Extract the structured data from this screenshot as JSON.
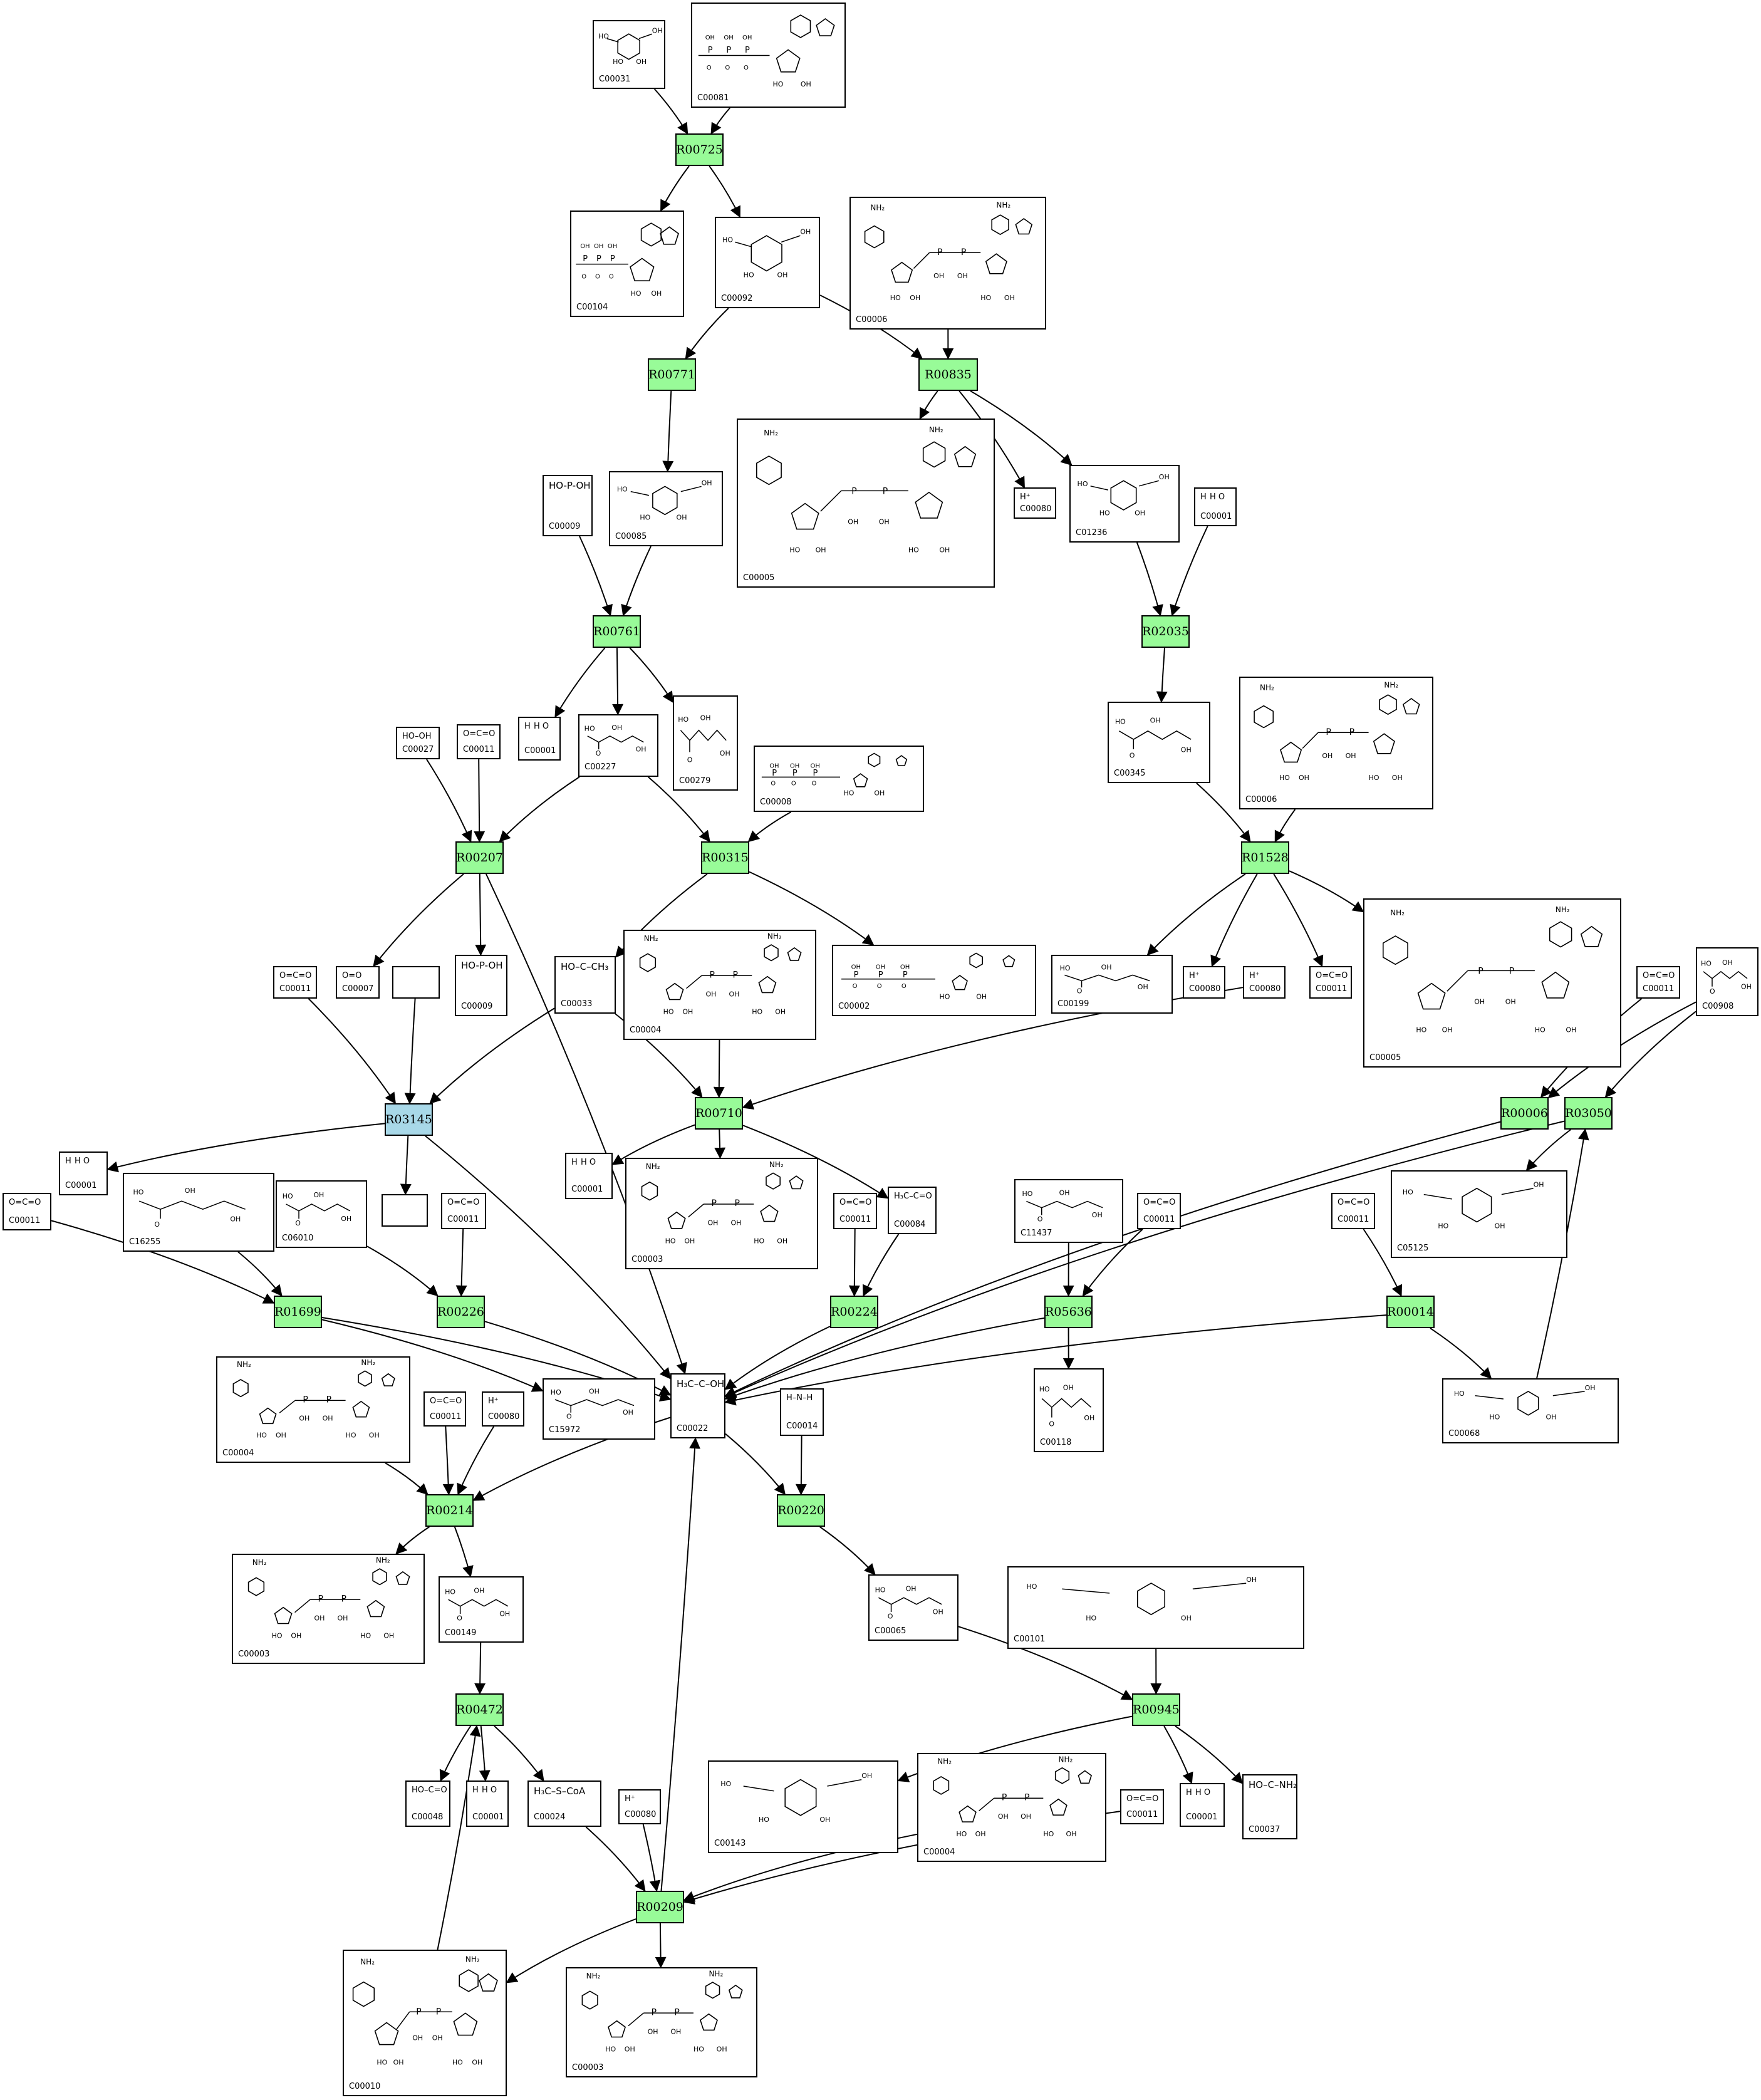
{
  "colors": {
    "reaction": "#98fb98",
    "reaction_alt": "#a8d8e8",
    "stroke": "#000000",
    "background": "#ffffff"
  },
  "reactions": [
    {
      "id": "R00725",
      "alt": false
    },
    {
      "id": "R00771",
      "alt": false
    },
    {
      "id": "R00835",
      "alt": false
    },
    {
      "id": "R00761",
      "alt": false
    },
    {
      "id": "R02035",
      "alt": false
    },
    {
      "id": "R00207",
      "alt": false
    },
    {
      "id": "R00315",
      "alt": false
    },
    {
      "id": "R01528",
      "alt": false
    },
    {
      "id": "R03145",
      "alt": true
    },
    {
      "id": "R00710",
      "alt": false
    },
    {
      "id": "R00006",
      "alt": false
    },
    {
      "id": "R03050",
      "alt": false
    },
    {
      "id": "R01699",
      "alt": false
    },
    {
      "id": "R00226",
      "alt": false
    },
    {
      "id": "R00224",
      "alt": false
    },
    {
      "id": "R05636",
      "alt": false
    },
    {
      "id": "R00014",
      "alt": false
    },
    {
      "id": "R00214",
      "alt": false
    },
    {
      "id": "R00220",
      "alt": false
    },
    {
      "id": "R00472",
      "alt": false
    },
    {
      "id": "R00945",
      "alt": false
    },
    {
      "id": "R00209",
      "alt": false
    }
  ],
  "compounds": [
    {
      "key": "c00031",
      "id": "C00031",
      "kind": "ring",
      "formula": ""
    },
    {
      "key": "c00081",
      "id": "C00081",
      "kind": "nuc",
      "formula": ""
    },
    {
      "key": "c00104",
      "id": "C00104",
      "kind": "nuc",
      "formula": ""
    },
    {
      "key": "c00092",
      "id": "C00092",
      "kind": "ring",
      "formula": ""
    },
    {
      "key": "c00006a",
      "id": "C00006",
      "kind": "nad",
      "formula": ""
    },
    {
      "key": "c00005a",
      "id": "C00005",
      "kind": "nad",
      "formula": ""
    },
    {
      "key": "c00080a",
      "id": "C00080",
      "kind": "small",
      "formula": "H⁺"
    },
    {
      "key": "c01236",
      "id": "C01236",
      "kind": "ring",
      "formula": ""
    },
    {
      "key": "c00001a",
      "id": "C00001",
      "kind": "small",
      "formula": "H  H\n  O"
    },
    {
      "key": "c00009a",
      "id": "C00009",
      "kind": "small",
      "formula": "HO-P-OH"
    },
    {
      "key": "c00085",
      "id": "C00085",
      "kind": "ring",
      "formula": ""
    },
    {
      "key": "c00001b",
      "id": "C00001",
      "kind": "small",
      "formula": "H  H\n  O"
    },
    {
      "key": "c00227",
      "id": "C00227",
      "kind": "chain",
      "formula": ""
    },
    {
      "key": "c00279",
      "id": "C00279",
      "kind": "chain",
      "formula": ""
    },
    {
      "key": "c00027",
      "id": "C00027",
      "kind": "small",
      "formula": "HO–OH"
    },
    {
      "key": "c00011a",
      "id": "C00011",
      "kind": "small",
      "formula": "O=C=O"
    },
    {
      "key": "c00008",
      "id": "C00008",
      "kind": "nuc",
      "formula": ""
    },
    {
      "key": "c00345",
      "id": "C00345",
      "kind": "chain",
      "formula": ""
    },
    {
      "key": "c00006b",
      "id": "C00006",
      "kind": "nad",
      "formula": ""
    },
    {
      "key": "c00011b",
      "id": "C00011",
      "kind": "small",
      "formula": "O=C=O"
    },
    {
      "key": "c00007",
      "id": "C00007",
      "kind": "small",
      "formula": "O=O"
    },
    {
      "key": "blank1",
      "id": "",
      "kind": "blank",
      "formula": ""
    },
    {
      "key": "c00009b",
      "id": "C00009",
      "kind": "small",
      "formula": "HO-P-OH"
    },
    {
      "key": "c00033",
      "id": "C00033",
      "kind": "small",
      "formula": "HO–C–CH₃"
    },
    {
      "key": "c00004a",
      "id": "C00004",
      "kind": "nad",
      "formula": ""
    },
    {
      "key": "c00002",
      "id": "C00002",
      "kind": "nuc",
      "formula": ""
    },
    {
      "key": "c00199",
      "id": "C00199",
      "kind": "chain",
      "formula": ""
    },
    {
      "key": "c00080b",
      "id": "C00080",
      "kind": "small",
      "formula": "H⁺"
    },
    {
      "key": "c00080c",
      "id": "C00080",
      "kind": "small",
      "formula": "H⁺"
    },
    {
      "key": "c00011c",
      "id": "C00011",
      "kind": "small",
      "formula": "O=C=O"
    },
    {
      "key": "c00005b",
      "id": "C00005",
      "kind": "nad",
      "formula": ""
    },
    {
      "key": "c00011d",
      "id": "C00011",
      "kind": "small",
      "formula": "O=C=O"
    },
    {
      "key": "c00908",
      "id": "C00908",
      "kind": "chain",
      "formula": ""
    },
    {
      "key": "c00011e",
      "id": "C00011",
      "kind": "small",
      "formula": "O=C=O"
    },
    {
      "key": "c00001c",
      "id": "C00001",
      "kind": "small",
      "formula": "H  H\n  O"
    },
    {
      "key": "c16255",
      "id": "C16255",
      "kind": "chain",
      "formula": ""
    },
    {
      "key": "c06010",
      "id": "C06010",
      "kind": "chain",
      "formula": ""
    },
    {
      "key": "blank2",
      "id": "",
      "kind": "blank",
      "formula": ""
    },
    {
      "key": "c00011f",
      "id": "C00011",
      "kind": "small",
      "formula": "O=C=O"
    },
    {
      "key": "c00001d",
      "id": "C00001",
      "kind": "small",
      "formula": "H  H\n  O"
    },
    {
      "key": "c00003a",
      "id": "C00003",
      "kind": "nad",
      "formula": ""
    },
    {
      "key": "c00011g",
      "id": "C00011",
      "kind": "small",
      "formula": "O=C=O"
    },
    {
      "key": "c00084",
      "id": "C00084",
      "kind": "small",
      "formula": "H₃C–C=O"
    },
    {
      "key": "c11437",
      "id": "C11437",
      "kind": "chain",
      "formula": ""
    },
    {
      "key": "c00011h",
      "id": "C00011",
      "kind": "small",
      "formula": "O=C=O"
    },
    {
      "key": "c00011i",
      "id": "C00011",
      "kind": "small",
      "formula": "O=C=O"
    },
    {
      "key": "c05125",
      "id": "C05125",
      "kind": "ring",
      "formula": ""
    },
    {
      "key": "c00004b",
      "id": "C00004",
      "kind": "nad",
      "formula": ""
    },
    {
      "key": "c00011j",
      "id": "C00011",
      "kind": "small",
      "formula": "O=C=O"
    },
    {
      "key": "c00080d",
      "id": "C00080",
      "kind": "small",
      "formula": "H⁺"
    },
    {
      "key": "c15972",
      "id": "C15972",
      "kind": "chain",
      "formula": ""
    },
    {
      "key": "c00022",
      "id": "C00022",
      "kind": "small",
      "formula": "H₃C–C–OH"
    },
    {
      "key": "c00014",
      "id": "C00014",
      "kind": "small",
      "formula": "H–N–H"
    },
    {
      "key": "c00118",
      "id": "C00118",
      "kind": "chain",
      "formula": ""
    },
    {
      "key": "c00068",
      "id": "C00068",
      "kind": "ring",
      "formula": ""
    },
    {
      "key": "c00003b",
      "id": "C00003",
      "kind": "nad",
      "formula": ""
    },
    {
      "key": "c00149",
      "id": "C00149",
      "kind": "chain",
      "formula": ""
    },
    {
      "key": "c00065",
      "id": "C00065",
      "kind": "chain",
      "formula": ""
    },
    {
      "key": "c00101",
      "id": "C00101",
      "kind": "ring",
      "formula": ""
    },
    {
      "key": "c00048",
      "id": "C00048",
      "kind": "small",
      "formula": "HO–C=O"
    },
    {
      "key": "c00001e",
      "id": "C00001",
      "kind": "small",
      "formula": "H  H\n  O"
    },
    {
      "key": "c00024",
      "id": "C00024",
      "kind": "small",
      "formula": "H₃C–S–CoA"
    },
    {
      "key": "c00080e",
      "id": "C00080",
      "kind": "small",
      "formula": "H⁺"
    },
    {
      "key": "c00143",
      "id": "C00143",
      "kind": "ring",
      "formula": ""
    },
    {
      "key": "c00004c",
      "id": "C00004",
      "kind": "nad",
      "formula": ""
    },
    {
      "key": "c00011k",
      "id": "C00011",
      "kind": "small",
      "formula": "O=C=O"
    },
    {
      "key": "c00001f",
      "id": "C00001",
      "kind": "small",
      "formula": "H  H\n  O"
    },
    {
      "key": "c00037",
      "id": "C00037",
      "kind": "small",
      "formula": "HO–C–NH₂"
    },
    {
      "key": "c00010",
      "id": "C00010",
      "kind": "nad",
      "formula": ""
    },
    {
      "key": "c00003c",
      "id": "C00003",
      "kind": "nad",
      "formula": ""
    }
  ],
  "edges": [
    [
      "c00031",
      "R00725"
    ],
    [
      "c00081",
      "R00725"
    ],
    [
      "R00725",
      "c00104"
    ],
    [
      "R00725",
      "c00092"
    ],
    [
      "c00092",
      "R00771"
    ],
    [
      "c00092",
      "R00835"
    ],
    [
      "c00006a",
      "R00835"
    ],
    [
      "R00835",
      "c00005a"
    ],
    [
      "R00835",
      "c00080a"
    ],
    [
      "R00835",
      "c01236"
    ],
    [
      "R00771",
      "c00085"
    ],
    [
      "c00009a",
      "R00761"
    ],
    [
      "c00085",
      "R00761"
    ],
    [
      "c01236",
      "R02035"
    ],
    [
      "c00001a",
      "R02035"
    ],
    [
      "R00761",
      "c00001b"
    ],
    [
      "R00761",
      "c00227"
    ],
    [
      "R00761",
      "c00279"
    ],
    [
      "R02035",
      "c00345"
    ],
    [
      "c00027",
      "R00207"
    ],
    [
      "c00011a",
      "R00207"
    ],
    [
      "c00227",
      "R00207"
    ],
    [
      "c00227",
      "R00315"
    ],
    [
      "c00008",
      "R00315"
    ],
    [
      "c00345",
      "R01528"
    ],
    [
      "c00006b",
      "R01528"
    ],
    [
      "R00207",
      "c00007"
    ],
    [
      "R00207",
      "c00009b"
    ],
    [
      "R00207",
      "c00022"
    ],
    [
      "R00315",
      "c00033"
    ],
    [
      "R00315",
      "c00002"
    ],
    [
      "R01528",
      "c00199"
    ],
    [
      "R01528",
      "c00080b"
    ],
    [
      "R01528",
      "c00011c"
    ],
    [
      "R01528",
      "c00005b"
    ],
    [
      "c00011b",
      "R03145"
    ],
    [
      "blank1",
      "R03145"
    ],
    [
      "c00033",
      "R03145"
    ],
    [
      "c00033",
      "R00710"
    ],
    [
      "c00004a",
      "R00710"
    ],
    [
      "c00080c",
      "R00710"
    ],
    [
      "c00011d",
      "R00006"
    ],
    [
      "c00908",
      "R00006"
    ],
    [
      "c00908",
      "R03050"
    ],
    [
      "R03145",
      "c00001c"
    ],
    [
      "R03145",
      "blank2"
    ],
    [
      "R03145",
      "c00022"
    ],
    [
      "R00710",
      "c00001d"
    ],
    [
      "R00710",
      "c00003a"
    ],
    [
      "R00710",
      "c00084"
    ],
    [
      "R00006",
      "c00022"
    ],
    [
      "R03050",
      "c00022"
    ],
    [
      "R03050",
      "c05125"
    ],
    [
      "c00011e",
      "R01699"
    ],
    [
      "c16255",
      "R01699"
    ],
    [
      "c06010",
      "R00226"
    ],
    [
      "c00011f",
      "R00226"
    ],
    [
      "c00011g",
      "R00224"
    ],
    [
      "c00084",
      "R00224"
    ],
    [
      "c11437",
      "R05636"
    ],
    [
      "c00011h",
      "R05636"
    ],
    [
      "c00011i",
      "R00014"
    ],
    [
      "c00068",
      "R03050"
    ],
    [
      "R01699",
      "c15972"
    ],
    [
      "R01699",
      "c00022"
    ],
    [
      "R00226",
      "c00022"
    ],
    [
      "R00224",
      "c00022"
    ],
    [
      "R05636",
      "c00022"
    ],
    [
      "R05636",
      "c00118"
    ],
    [
      "R00014",
      "c00022"
    ],
    [
      "R00014",
      "c00068"
    ],
    [
      "c00004b",
      "R00214"
    ],
    [
      "c00011j",
      "R00214"
    ],
    [
      "c00080d",
      "R00214"
    ],
    [
      "c00022",
      "R00214"
    ],
    [
      "c00022",
      "R00220"
    ],
    [
      "c00014",
      "R00220"
    ],
    [
      "R00214",
      "c00003b"
    ],
    [
      "R00214",
      "c00149"
    ],
    [
      "R00220",
      "c00065"
    ],
    [
      "c00149",
      "R00472"
    ],
    [
      "c00065",
      "R00945"
    ],
    [
      "c00101",
      "R00945"
    ],
    [
      "R00472",
      "c00048"
    ],
    [
      "R00472",
      "c00001e"
    ],
    [
      "R00472",
      "c00024"
    ],
    [
      "R00945",
      "c00143"
    ],
    [
      "R00945",
      "c00001f"
    ],
    [
      "R00945",
      "c00037"
    ],
    [
      "c00024",
      "R00209"
    ],
    [
      "c00080e",
      "R00209"
    ],
    [
      "c00004c",
      "R00209"
    ],
    [
      "c00011k",
      "R00209"
    ],
    [
      "R00209",
      "c00010"
    ],
    [
      "R00209",
      "c00003c"
    ],
    [
      "R00209",
      "c00022"
    ],
    [
      "c00010",
      "R00472"
    ]
  ]
}
